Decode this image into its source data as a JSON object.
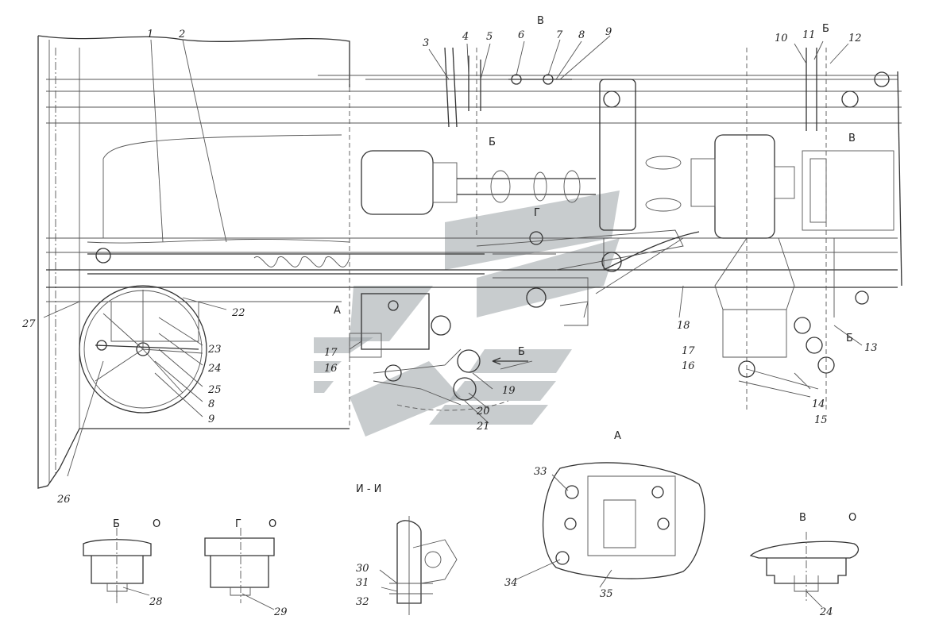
{
  "labels": {
    "n1": "1",
    "n2": "2",
    "n3": "3",
    "n4": "4",
    "n5": "5",
    "n6": "6",
    "n7": "7",
    "n8": "8",
    "n9": "9",
    "n10": "10",
    "n11": "11",
    "n12": "12",
    "n13": "13",
    "n14": "14",
    "n15": "15",
    "n16": "16",
    "n17": "17",
    "n18": "18",
    "n19": "19",
    "n20": "20",
    "n21": "21",
    "n22": "22",
    "n23": "23",
    "n24": "24",
    "n25": "25",
    "n26": "26",
    "n27": "27",
    "n28": "28",
    "n29": "29",
    "n30": "30",
    "n31": "31",
    "n32": "32",
    "n33": "33",
    "n34": "34",
    "n35": "35"
  },
  "section_marks": {
    "v": "В",
    "b": "Б",
    "g": "Г",
    "a": "А",
    "o": "О",
    "ii": "И - И"
  },
  "colors": {
    "line": "#333333",
    "watermark": "#9aa3a6"
  }
}
